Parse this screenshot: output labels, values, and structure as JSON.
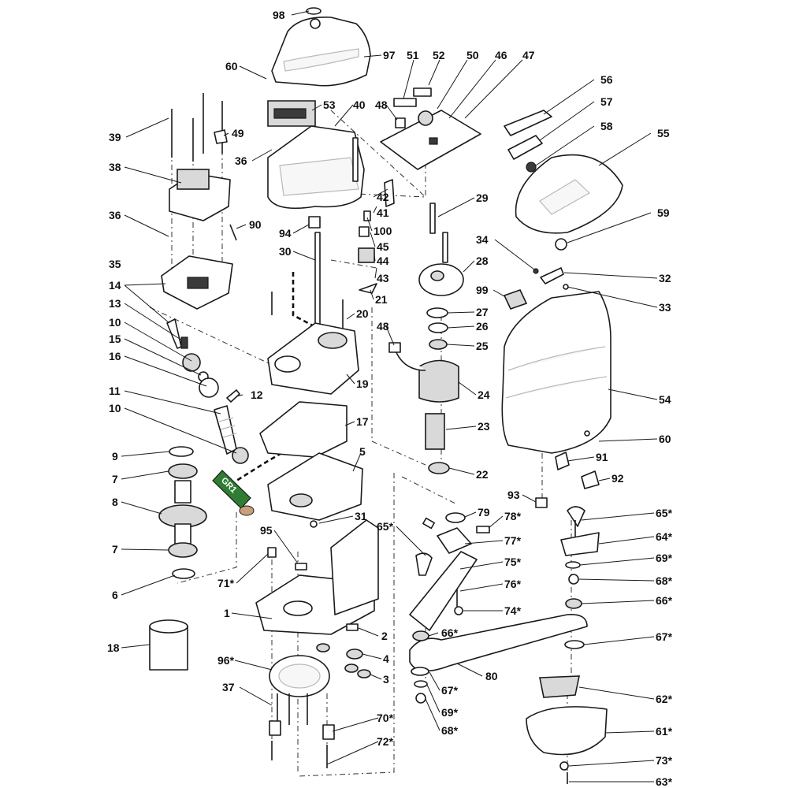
{
  "diagram": {
    "accent_color": "#2e7d32",
    "tag_text": "GR1",
    "callouts": [
      {
        "id": "c98",
        "text": "98"
      },
      {
        "id": "c97",
        "text": "97"
      },
      {
        "id": "c60a",
        "text": "60"
      },
      {
        "id": "c51",
        "text": "51"
      },
      {
        "id": "c52",
        "text": "52"
      },
      {
        "id": "c50",
        "text": "50"
      },
      {
        "id": "c46",
        "text": "46"
      },
      {
        "id": "c47",
        "text": "47"
      },
      {
        "id": "c53",
        "text": "53"
      },
      {
        "id": "c40",
        "text": "40"
      },
      {
        "id": "c48a",
        "text": "48"
      },
      {
        "id": "c56",
        "text": "56"
      },
      {
        "id": "c57",
        "text": "57"
      },
      {
        "id": "c58",
        "text": "58"
      },
      {
        "id": "c55",
        "text": "55"
      },
      {
        "id": "c39",
        "text": "39"
      },
      {
        "id": "c49",
        "text": "49"
      },
      {
        "id": "c36a",
        "text": "36"
      },
      {
        "id": "c38",
        "text": "38"
      },
      {
        "id": "c42",
        "text": "42"
      },
      {
        "id": "c41",
        "text": "41"
      },
      {
        "id": "c29",
        "text": "29"
      },
      {
        "id": "c36b",
        "text": "36"
      },
      {
        "id": "c90",
        "text": "90"
      },
      {
        "id": "c94",
        "text": "94"
      },
      {
        "id": "c100",
        "text": "100"
      },
      {
        "id": "c59",
        "text": "59"
      },
      {
        "id": "c45",
        "text": "45"
      },
      {
        "id": "c30",
        "text": "30"
      },
      {
        "id": "c34",
        "text": "34"
      },
      {
        "id": "c44",
        "text": "44"
      },
      {
        "id": "c28",
        "text": "28"
      },
      {
        "id": "c35",
        "text": "35"
      },
      {
        "id": "c43",
        "text": "43"
      },
      {
        "id": "c32",
        "text": "32"
      },
      {
        "id": "c14",
        "text": "14"
      },
      {
        "id": "c21",
        "text": "21"
      },
      {
        "id": "c33",
        "text": "33"
      },
      {
        "id": "c99",
        "text": "99"
      },
      {
        "id": "c13",
        "text": "13"
      },
      {
        "id": "c27",
        "text": "27"
      },
      {
        "id": "c20",
        "text": "20"
      },
      {
        "id": "c10a",
        "text": "10"
      },
      {
        "id": "c26",
        "text": "26"
      },
      {
        "id": "c15",
        "text": "15"
      },
      {
        "id": "c48b",
        "text": "48"
      },
      {
        "id": "c25",
        "text": "25"
      },
      {
        "id": "c16",
        "text": "16"
      },
      {
        "id": "c19",
        "text": "19"
      },
      {
        "id": "c11",
        "text": "11"
      },
      {
        "id": "c12",
        "text": "12"
      },
      {
        "id": "c24",
        "text": "24"
      },
      {
        "id": "c54",
        "text": "54"
      },
      {
        "id": "c17",
        "text": "17"
      },
      {
        "id": "c10b",
        "text": "10"
      },
      {
        "id": "c23",
        "text": "23"
      },
      {
        "id": "c60b",
        "text": "60"
      },
      {
        "id": "c9",
        "text": "9"
      },
      {
        "id": "c5",
        "text": "5"
      },
      {
        "id": "c91",
        "text": "91"
      },
      {
        "id": "c7a",
        "text": "7"
      },
      {
        "id": "c22",
        "text": "22"
      },
      {
        "id": "c92",
        "text": "92"
      },
      {
        "id": "c93",
        "text": "93"
      },
      {
        "id": "c8",
        "text": "8"
      },
      {
        "id": "c79",
        "text": "79"
      },
      {
        "id": "c65a",
        "text": "65*"
      },
      {
        "id": "c78",
        "text": "78*"
      },
      {
        "id": "c65b",
        "text": "65*"
      },
      {
        "id": "c31",
        "text": "31"
      },
      {
        "id": "c77",
        "text": "77*"
      },
      {
        "id": "c64",
        "text": "64*"
      },
      {
        "id": "c95",
        "text": "95"
      },
      {
        "id": "c7b",
        "text": "7"
      },
      {
        "id": "c69a",
        "text": "69*"
      },
      {
        "id": "c75",
        "text": "75*"
      },
      {
        "id": "c71",
        "text": "71*"
      },
      {
        "id": "c68a",
        "text": "68*"
      },
      {
        "id": "c76",
        "text": "76*"
      },
      {
        "id": "c6",
        "text": "6"
      },
      {
        "id": "c66a",
        "text": "66*"
      },
      {
        "id": "c1",
        "text": "1"
      },
      {
        "id": "c74",
        "text": "74*"
      },
      {
        "id": "c2",
        "text": "2"
      },
      {
        "id": "c66b",
        "text": "66*"
      },
      {
        "id": "c67a",
        "text": "67*"
      },
      {
        "id": "c18",
        "text": "18"
      },
      {
        "id": "c96",
        "text": "96*"
      },
      {
        "id": "c4",
        "text": "4"
      },
      {
        "id": "c80",
        "text": "80"
      },
      {
        "id": "c3",
        "text": "3"
      },
      {
        "id": "c67b",
        "text": "67*"
      },
      {
        "id": "c37",
        "text": "37"
      },
      {
        "id": "c62",
        "text": "62*"
      },
      {
        "id": "c69b",
        "text": "69*"
      },
      {
        "id": "c70",
        "text": "70*"
      },
      {
        "id": "c68b",
        "text": "68*"
      },
      {
        "id": "c61",
        "text": "61*"
      },
      {
        "id": "c72",
        "text": "72*"
      },
      {
        "id": "c73",
        "text": "73*"
      },
      {
        "id": "c63",
        "text": "63*"
      }
    ]
  }
}
